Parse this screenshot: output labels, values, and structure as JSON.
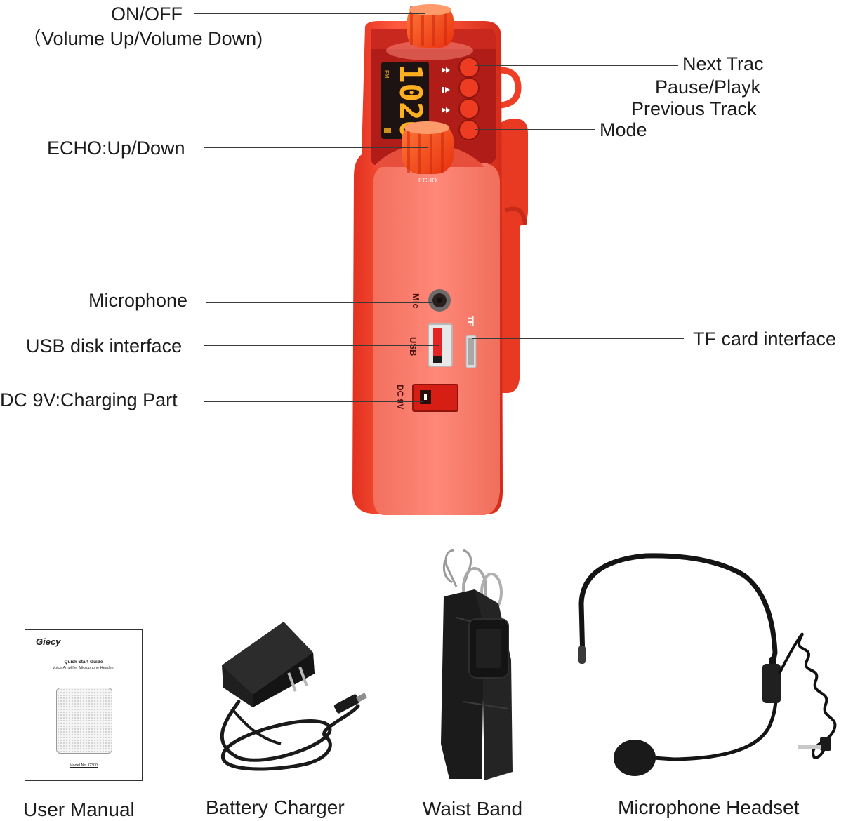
{
  "device": {
    "display_digits": "1020",
    "display_unit": "FM",
    "echo_label": "ECHO",
    "port_mic": "Mic",
    "port_usb": "USB",
    "port_tf": "TF",
    "port_dc": "DC 9V"
  },
  "callouts": {
    "on_off": "ON/OFF",
    "volume": "（Volume Up/Volume Down)",
    "next_track": "Next Trac",
    "pause_play": "Pause/Playk",
    "previous_track": "Previous Track",
    "mode": "Mode",
    "echo": "ECHO:Up/Down",
    "microphone": "Microphone",
    "usb_disk": "USB disk interface",
    "tf_card": "TF card interface",
    "dc_charging": "DC 9V:Charging Part"
  },
  "manual": {
    "brand": "Giecy",
    "title": "Quick Start Guide",
    "subtitle": "Voice Amplifier Microphone Headset",
    "model": "Model No. G300"
  },
  "accessories": {
    "user_manual": "User Manual",
    "battery_charger": "Battery Charger",
    "waist_band": "Waist Band",
    "microphone_headset": "Microphone Headset"
  },
  "colors": {
    "body": "#f0402a",
    "panel": "#b8201c",
    "knob": "#ff4a1a",
    "display": "#1e1313",
    "digits": "#ffb020"
  }
}
